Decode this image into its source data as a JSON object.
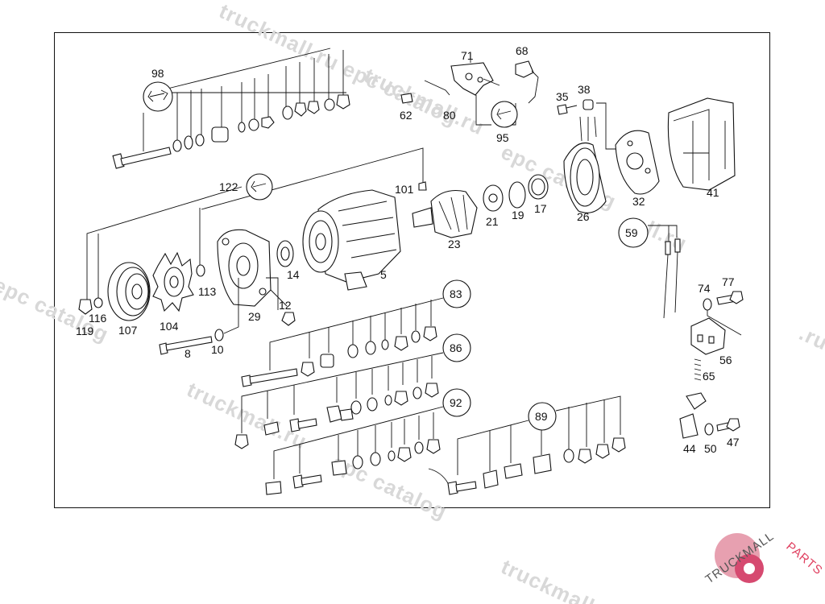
{
  "watermark": {
    "text": "truckmall.ru epc catalog",
    "text_short": "truckmall.ru",
    "text_epc": "epc catalog",
    "text_ll_ru": "ll.ru",
    "text_ru": ".ru",
    "text_catalog": "catalog"
  },
  "logo": {
    "prefix": "TRUCKMALL",
    "suffix": "PARTS",
    "color_prefix": "#555555",
    "color_suffix": "#e04060"
  },
  "groups": {
    "g98": "98",
    "g122": "122",
    "g83": "83",
    "g86": "86",
    "g92": "92",
    "g89": "89",
    "g59": "59",
    "g95": "95"
  },
  "parts": {
    "p71": "71",
    "p68": "68",
    "p62": "62",
    "p80": "80",
    "p35": "35",
    "p38": "38",
    "p101": "101",
    "p21": "21",
    "p19": "19",
    "p17": "17",
    "p26": "26",
    "p32": "32",
    "p41": "41",
    "p23": "23",
    "p5": "5",
    "p14": "14",
    "p113": "113",
    "p29": "29",
    "p12": "12",
    "p119": "119",
    "p116": "116",
    "p107": "107",
    "p104": "104",
    "p8": "8",
    "p10": "10",
    "p74": "74",
    "p77": "77",
    "p56": "56",
    "p65": "65",
    "p44": "44",
    "p50": "50",
    "p47": "47"
  }
}
